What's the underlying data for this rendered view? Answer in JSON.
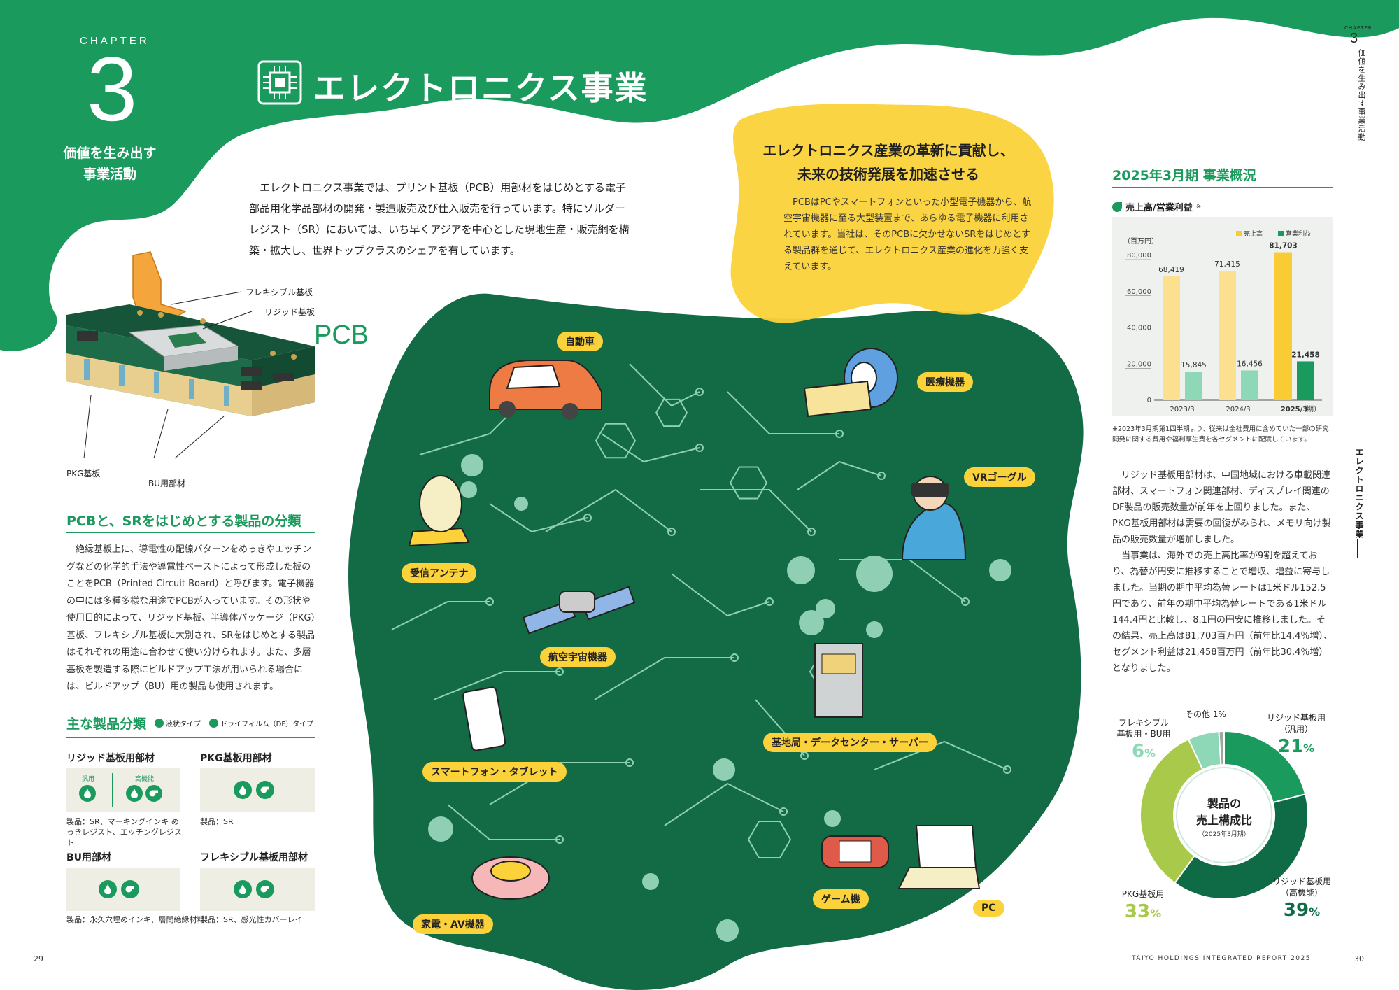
{
  "chapter": {
    "label": "CHAPTER",
    "number": "3",
    "subtitle_line1": "価値を生み出す",
    "subtitle_line2": "事業活動"
  },
  "title": "エレクトロニクス事業",
  "intro": "エレクトロニクス事業では、プリント基板（PCB）用部材をはじめとする電子部品用化学品部材の開発・製造販売及び仕入販売を行っています。特にソルダーレジスト（SR）においては、いち早くアジアを中心とした現地生産・販売網を構築・拡大し、世界トップクラスのシェアを有しています。",
  "pcb_diagram": {
    "label_flex": "フレキシブル基板",
    "label_rigid": "リジッド基板",
    "label_pkg": "PKG基板",
    "label_bu": "BU用部材",
    "big_label": "PCB"
  },
  "classification": {
    "heading": "PCBと、SRをはじめとする製品の分類",
    "body": "絶縁基板上に、導電性の配線パターンをめっきやエッチングなどの化学的手法や導電性ペーストによって形成した板のことをPCB（Printed Circuit Board）と呼びます。電子機器の中には多種多様な用途でPCBが入っています。その形状や使用目的によって、リジッド基板、半導体パッケージ（PKG）基板、フレキシブル基板に大別され、SRをはじめとする製品はそれぞれの用途に合わせて使い分けられます。また、多層基板を製造する際にビルドアップ工法が用いられる場合には、ビルドアップ（BU）用の製品も使用されます。"
  },
  "products": {
    "heading": "主な製品分類",
    "legend_liquid": "液状タイプ",
    "legend_df": "ドライフィルム（DF）タイプ",
    "cards": [
      {
        "title": "リジッド基板用部材",
        "sub_general": "汎用",
        "sub_high": "高機能",
        "note": "製品：SR、マーキングインキ めっきレジスト、エッチングレジスト"
      },
      {
        "title": "PKG基板用部材",
        "note": "製品：SR"
      },
      {
        "title": "BU用部材",
        "note": "製品：永久穴埋めインキ、層間絶縁材料"
      },
      {
        "title": "フレキシブル基板用部材",
        "note": "製品：SR、感光性カバーレイ"
      }
    ]
  },
  "sr_block": {
    "heading_line1": "エレクトロニクス産業の革新に貢献し、",
    "heading_line2": "未来の技術発展を加速させる",
    "body": "PCBはPCやスマートフォンといった小型電子機器から、航空宇宙機器に至る大型装置まで、あらゆる電子機器に利用されています。当社は、そのPCBに欠かせないSRをはじめとする製品群を通じて、エレクトロニクス産業の進化を力強く支えています。"
  },
  "applications": [
    "自動車",
    "医療機器",
    "VRゴーグル",
    "受信アンテナ",
    "航空宇宙機器",
    "基地局・データセンター・サーバー",
    "スマートフォン・タブレット",
    "ゲーム機",
    "PC",
    "家電・AV機器"
  ],
  "side": {
    "chapter_small": "CHAPTER",
    "chapter_num": "3",
    "vertical_top": "価値を生み出す事業活動",
    "vertical_mid": "エレクトロニクス事業"
  },
  "overview": {
    "heading": "2025年3月期 事業概況",
    "chart_title": "売上高/営業利益",
    "chart_title_note": "※",
    "footnote": "※2023年3月期第1四半期より、従来は全社費用に含めていた一部の研究開発に関する費用や福利厚生費を各セグメントに配賦しています。",
    "body1": "リジッド基板用部材は、中国地域における車載関連部材、スマートフォン関連部材、ディスプレイ関連のDF製品の販売数量が前年を上回りました。また、PKG基板用部材は需要の回復がみられ、メモリ向け製品の販売数量が増加しました。",
    "body2": "当事業は、海外での売上高比率が9割を超えており、為替が円安に推移することで増収、増益に寄与しました。当期の期中平均為替レートは1米ドル152.5円であり、前年の期中平均為替レートである1米ドル144.4円と比較し、8.1円の円安に推移しました。その結果、売上高は81,703百万円（前年比14.4％増）、セグメント利益は21,458百万円（前年比30.4％増）となりました。"
  },
  "chart_data": [
    {
      "type": "bar",
      "unit": "（百万円）",
      "categories": [
        "2023/3",
        "2024/3",
        "2025/3"
      ],
      "x_suffix": "（期）",
      "series": [
        {
          "name": "売上高",
          "values": [
            68419,
            71415,
            81703
          ],
          "labels": [
            "68,419",
            "71,415",
            "81,703"
          ],
          "color": "#fbe08f",
          "color_latest": "#f9cc35"
        },
        {
          "name": "営業利益",
          "values": [
            15845,
            16456,
            21458
          ],
          "labels": [
            "15,845",
            "16,456",
            "21,458"
          ],
          "color": "#8ed8b8",
          "color_latest": "#1a9a5c"
        }
      ],
      "ylim": [
        0,
        80000
      ],
      "yticks": [
        "0",
        "20,000",
        "40,000",
        "60,000",
        "80,000"
      ],
      "ytick_values": [
        0,
        20000,
        40000,
        60000,
        80000
      ],
      "grid": false,
      "legend": "top-right"
    },
    {
      "type": "pie",
      "center_line1": "製品の",
      "center_line2": "売上構成比",
      "center_note": "（2025年3月期）",
      "slices": [
        {
          "name_line1": "リジッド基板用",
          "name_line2": "（汎用）",
          "value": 21,
          "pct": "21",
          "color": "#1a9a5c"
        },
        {
          "name_line1": "リジッド基板用",
          "name_line2": "（高機能）",
          "value": 39,
          "pct": "39",
          "color": "#0e6b45"
        },
        {
          "name_line1": "PKG基板用",
          "name_line2": "",
          "value": 33,
          "pct": "33",
          "color": "#a8c94a"
        },
        {
          "name_line1": "フレキシブル",
          "name_line2": "基板用・BU用",
          "value": 6,
          "pct": "6",
          "color": "#8ed8b8"
        },
        {
          "name_line1": "その他",
          "name_line2": "",
          "value": 1,
          "pct": "1%",
          "color": "#9aa8a0"
        }
      ],
      "pct_sign": "%"
    }
  ],
  "footer": {
    "page_left": "29",
    "page_right": "30",
    "report_name": "TAIYO HOLDINGS INTEGRATED REPORT 2025"
  },
  "colors": {
    "green": "#1a9a5c",
    "dark_green": "#136b46",
    "yellow": "#fbd23a"
  }
}
